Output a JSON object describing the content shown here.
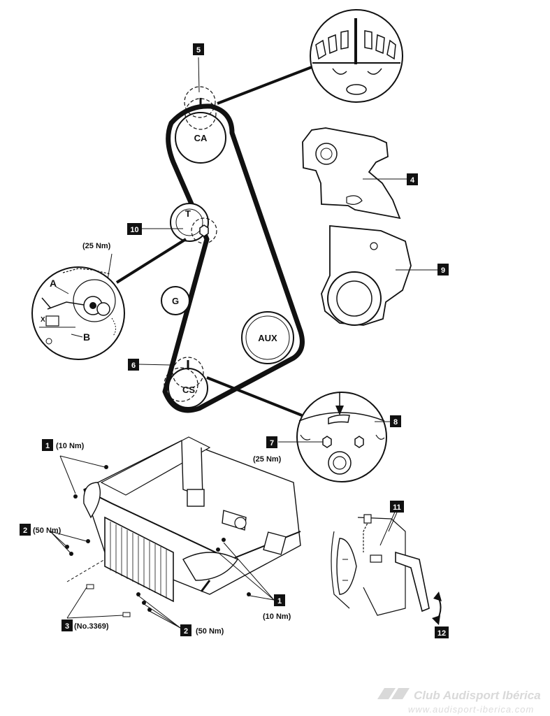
{
  "pulleys": {
    "camshaft": "CA",
    "tensioner": "T",
    "guide": "G",
    "auxiliary": "AUX",
    "crankshaft": "CS"
  },
  "detail_letters": {
    "a": "A",
    "b": "B",
    "x": "X"
  },
  "callouts": {
    "c1": "1",
    "c2": "2",
    "c3": "3",
    "c4": "4",
    "c5": "5",
    "c6": "6",
    "c7": "7",
    "c8": "8",
    "c9": "9",
    "c10": "10",
    "c11": "11",
    "c12": "12"
  },
  "torques": {
    "tensioner_detail": "(25 Nm)",
    "crank_bolts": "(25 Nm)",
    "bolts_1_top": "(10 Nm)",
    "bolts_1_bottom": "(10 Nm)",
    "bolts_2_left": "(50 Nm)",
    "bolts_2_bottom": "(50 Nm)",
    "tool_3": "(No.3369)"
  },
  "watermark": {
    "brand": "Club Audisport Ibérica",
    "url": "www.audisport-iberica.com"
  }
}
